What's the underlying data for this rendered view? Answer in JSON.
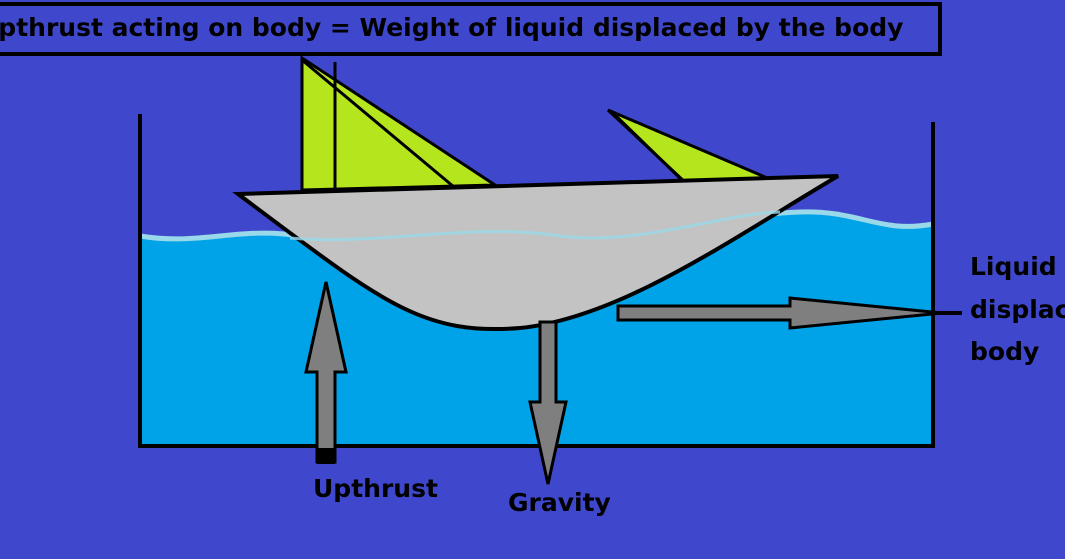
{
  "title": "Upthrust acting on body = Weight of liquid displaced by the body",
  "labels": {
    "upthrust": "Upthrust",
    "gravity": "Gravity",
    "liquid_displaced_lines": [
      "Liquid",
      "displaced by",
      "body"
    ]
  },
  "colors": {
    "background": "#3f48cc",
    "water": "#00a2e8",
    "water_surface": "#99d9ea",
    "hull": "#c3c3c3",
    "sail": "#b5e61d",
    "arrow": "#7f7f7f",
    "outline": "#000000"
  }
}
